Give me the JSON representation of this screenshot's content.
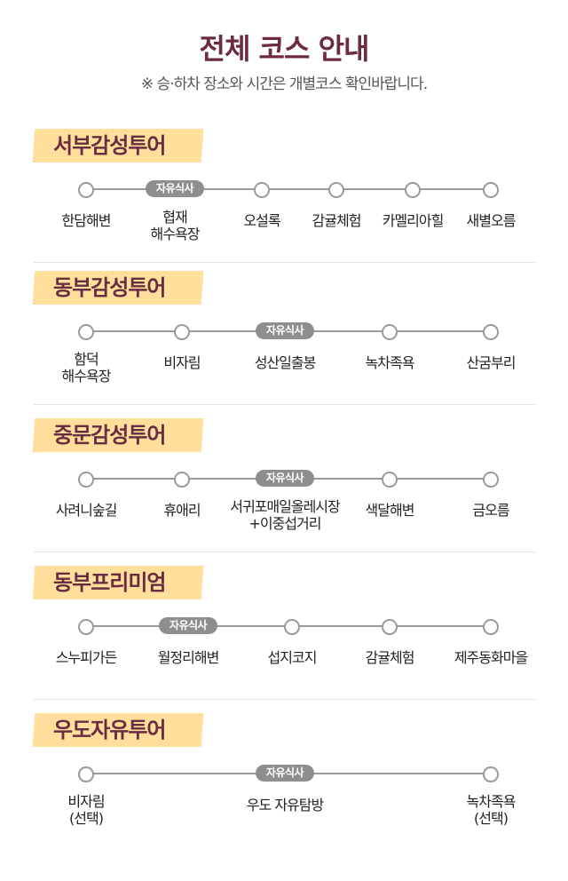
{
  "header": {
    "title": "전체 코스 안내",
    "notice": "※ 승·하차 장소와 시간은 개별코스 확인바랍니다."
  },
  "colors": {
    "accent": "#6b2b40",
    "badge": "#ffdf9b",
    "line": "#999999"
  },
  "meal_label": "자유식사",
  "courses": [
    {
      "name": "서부감성투어",
      "stops": [
        {
          "label": "한담해변"
        },
        {
          "label": "협재\n해수욕장",
          "meal": true
        },
        {
          "label": "오설록"
        },
        {
          "label": "감귤체험"
        },
        {
          "label": "카멜리아힐"
        },
        {
          "label": "새별오름"
        }
      ]
    },
    {
      "name": "동부감성투어",
      "stops": [
        {
          "label": "함덕\n해수욕장"
        },
        {
          "label": "비자림"
        },
        {
          "label": "성산일출봉",
          "meal": true
        },
        {
          "label": "녹차족욕"
        },
        {
          "label": "산굼부리"
        }
      ]
    },
    {
      "name": "중문감성투어",
      "stops": [
        {
          "label": "사려니숲길"
        },
        {
          "label": "휴애리"
        },
        {
          "label": "서귀포매일올레시장\n+이중섭거리",
          "meal": true
        },
        {
          "label": "색달해변"
        },
        {
          "label": "금오름"
        }
      ]
    },
    {
      "name": "동부프리미엄",
      "stops": [
        {
          "label": "스누피가든"
        },
        {
          "label": "월정리해변",
          "meal": true
        },
        {
          "label": "섭지코지"
        },
        {
          "label": "감귤체험"
        },
        {
          "label": "제주동화마을"
        }
      ]
    },
    {
      "name": "우도자유투어",
      "stops": [
        {
          "label": "비자림\n(선택)"
        },
        {
          "label": "우도 자유탐방",
          "meal": true
        },
        {
          "label": "녹차족욕\n(선택)"
        }
      ]
    }
  ]
}
